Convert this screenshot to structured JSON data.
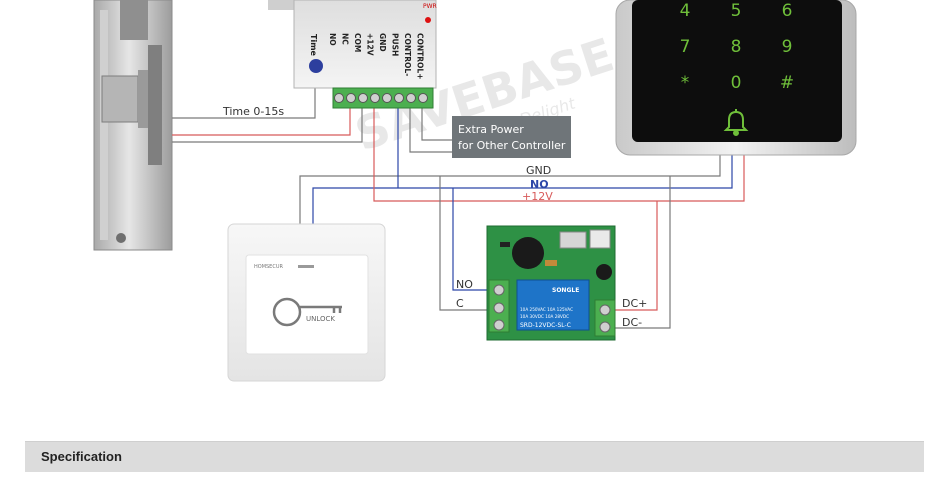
{
  "diagram": {
    "watermark": "SAVEBASE",
    "watermark_tagline": "Your Delight",
    "controller": {
      "time_label": "Time",
      "ports": [
        "NO",
        "NC",
        "COM",
        "+12V",
        "GND",
        "PUSH",
        "CONTROL-",
        "CONTROL+"
      ],
      "power_label": "PWR"
    },
    "time_range_label": "Time 0-15s",
    "extra_power_label": [
      "Extra Power",
      "for Other Controller"
    ],
    "keypad": {
      "keys": [
        "4",
        "5",
        "6",
        "7",
        "8",
        "9",
        "*",
        "0",
        "#"
      ],
      "bell_icon": "bell-icon"
    },
    "wire_labels": {
      "gnd": "GND",
      "no": "NO",
      "plus12v": "+12V"
    },
    "exit_button": {
      "brand": "HOMSECUR",
      "label": "UNLOCK",
      "icon": "key-icon"
    },
    "relay": {
      "brand": "SONGLE",
      "ratings": [
        "10A 250VAC  10A 125VAC",
        "10A  30VDC  10A  28VDC"
      ],
      "model": "SRD-12VDC-SL-C",
      "terminals_left": [
        "NO",
        "C"
      ],
      "terminals_right": [
        "DC+",
        "DC-"
      ]
    },
    "colors": {
      "wire_red": "#d85b5b",
      "wire_blue": "#2c46a8",
      "wire_grey": "#7a7a7a",
      "terminal_green": "#4caf50",
      "relay_blue": "#1e74c8",
      "keypad_green": "#6fbf3a"
    }
  },
  "section": {
    "title": "Specification"
  }
}
